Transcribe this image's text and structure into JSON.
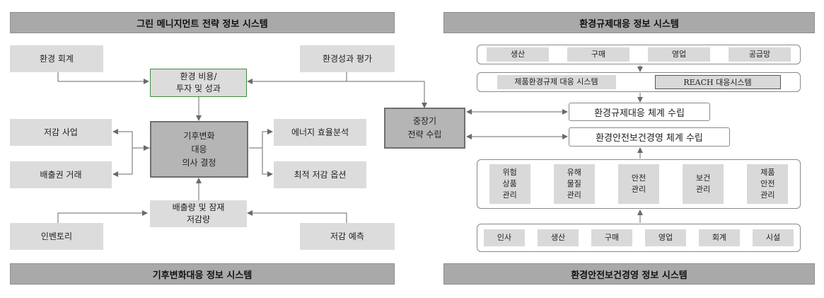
{
  "left": {
    "top_title": "그린 메니지먼트 전략 정보 시스템",
    "bottom_title": "기후변화대응 정보 시스템",
    "env_accounting": "환경 회계",
    "env_performance": "환경성과 평가",
    "env_cost_line1": "환경 비용/",
    "env_cost_line2": "투자 및 성과",
    "reduction_project": "저감 사업",
    "emission_trading": "배출권 거래",
    "climate_line1": "기후변화",
    "climate_line2": "대응",
    "climate_line3": "의사 결정",
    "energy_analysis": "에너지 효율분석",
    "optimal_option": "최적 저감 옵션",
    "emission_line1": "배출량 및 잠재",
    "emission_line2": "저감량",
    "inventory": "인벤토리",
    "reduction_forecast": "저감 예측"
  },
  "middle": {
    "strategy_line1": "중장기",
    "strategy_line2": "전략 수립"
  },
  "right": {
    "top_title": "환경규제대응 정보 시스템",
    "bottom_title": "환경안전보건경영 정보 시스템",
    "top_row": [
      "생산",
      "구매",
      "영업",
      "공급망"
    ],
    "reg_system": "제품환경규제 대응 시스템",
    "reach_system": "REACH 대응시스템",
    "reg_framework": "환경규제대응 체계 수립",
    "ehs_framework": "환경안전보건경영 체계 수립",
    "mgmt_items": [
      {
        "lines": [
          "위험",
          "상품",
          "관리"
        ]
      },
      {
        "lines": [
          "유해",
          "물질",
          "관리"
        ]
      },
      {
        "lines": [
          "안전",
          "관리"
        ]
      },
      {
        "lines": [
          "보건",
          "관리"
        ]
      },
      {
        "lines": [
          "제품",
          "안전",
          "관리"
        ]
      }
    ],
    "bottom_row": [
      "인사",
      "생산",
      "구매",
      "영업",
      "회계",
      "시설"
    ]
  }
}
